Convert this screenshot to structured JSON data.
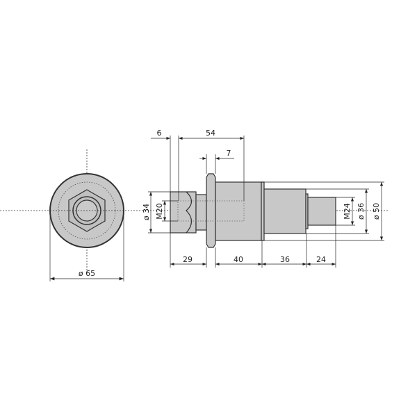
{
  "dimensions": {
    "end_view_diameter": "ø 65",
    "nut_length": "29",
    "body_length": "40",
    "mid_length": "36",
    "thread_length": "24",
    "top_offset": "6",
    "bore_depth": "54",
    "flange_thickness": "7",
    "nut_diameter": "ø 34",
    "inner_thread": "M20",
    "outer_thread": "M24",
    "mid_diameter": "ø 36",
    "body_diameter": "ø 50"
  },
  "colors": {
    "part_fill": "#c8c8c8",
    "outline": "#333333"
  }
}
